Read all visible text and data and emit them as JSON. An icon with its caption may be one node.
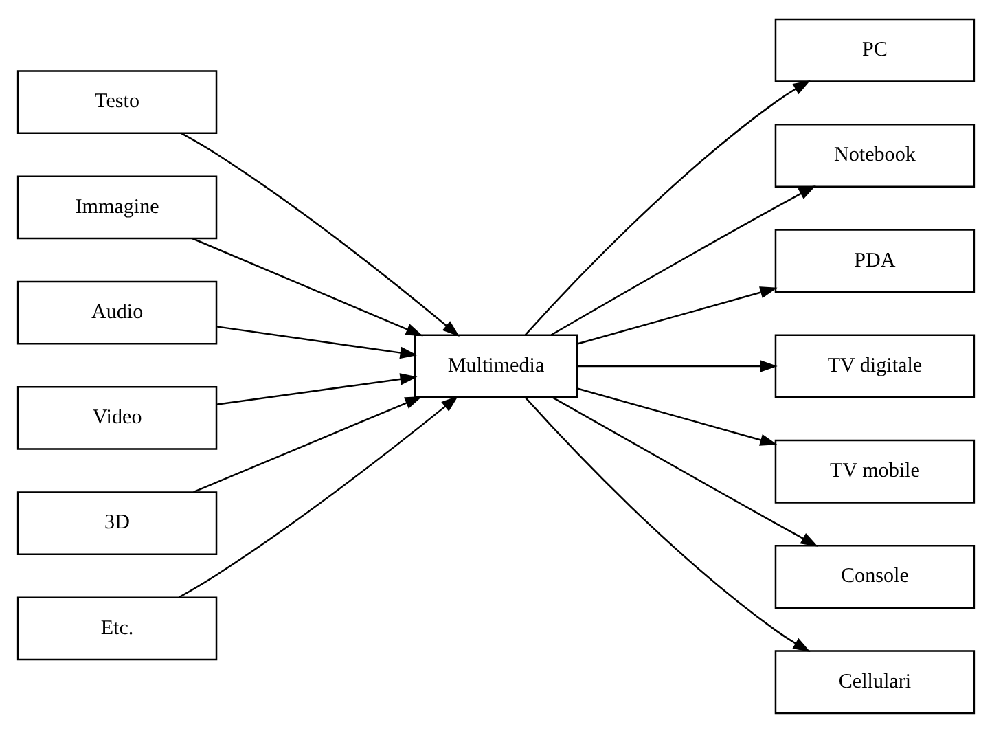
{
  "diagram": {
    "nodes": [
      {
        "text": [
          "Testo"
        ]
      },
      {
        "text": [
          "Immagine"
        ]
      },
      {
        "text": [
          "Audio"
        ]
      },
      {
        "text": [
          "Video"
        ]
      },
      {
        "text": [
          "3D"
        ]
      },
      {
        "text": [
          "Etc."
        ]
      },
      {
        "text": [
          "Multimedia"
        ]
      },
      {
        "text": [
          "PC"
        ]
      },
      {
        "text": [
          "Notebook"
        ]
      },
      {
        "text": [
          "PDA"
        ]
      },
      {
        "text": [
          "TV digitale"
        ]
      },
      {
        "text": [
          "TV mobile"
        ]
      },
      {
        "text": [
          "Console"
        ]
      },
      {
        "text": [
          "Cellulari"
        ]
      }
    ],
    "edges": [
      {
        "from": 0,
        "to": 6,
        "arrow": "to"
      },
      {
        "from": 1,
        "to": 6,
        "arrow": "to"
      },
      {
        "from": 2,
        "to": 6,
        "arrow": "to"
      },
      {
        "from": 3,
        "to": 6,
        "arrow": "to"
      },
      {
        "from": 4,
        "to": 6,
        "arrow": "to"
      },
      {
        "from": 5,
        "to": 6,
        "arrow": "to"
      },
      {
        "from": 6,
        "to": 7,
        "arrow": "to"
      },
      {
        "from": 6,
        "to": 8,
        "arrow": "to"
      },
      {
        "from": 6,
        "to": 9,
        "arrow": "to"
      },
      {
        "from": 6,
        "to": 10,
        "arrow": "to"
      },
      {
        "from": 6,
        "to": 11,
        "arrow": "to"
      },
      {
        "from": 6,
        "to": 12,
        "arrow": "to"
      },
      {
        "from": 6,
        "to": 13,
        "arrow": "to"
      }
    ]
  }
}
